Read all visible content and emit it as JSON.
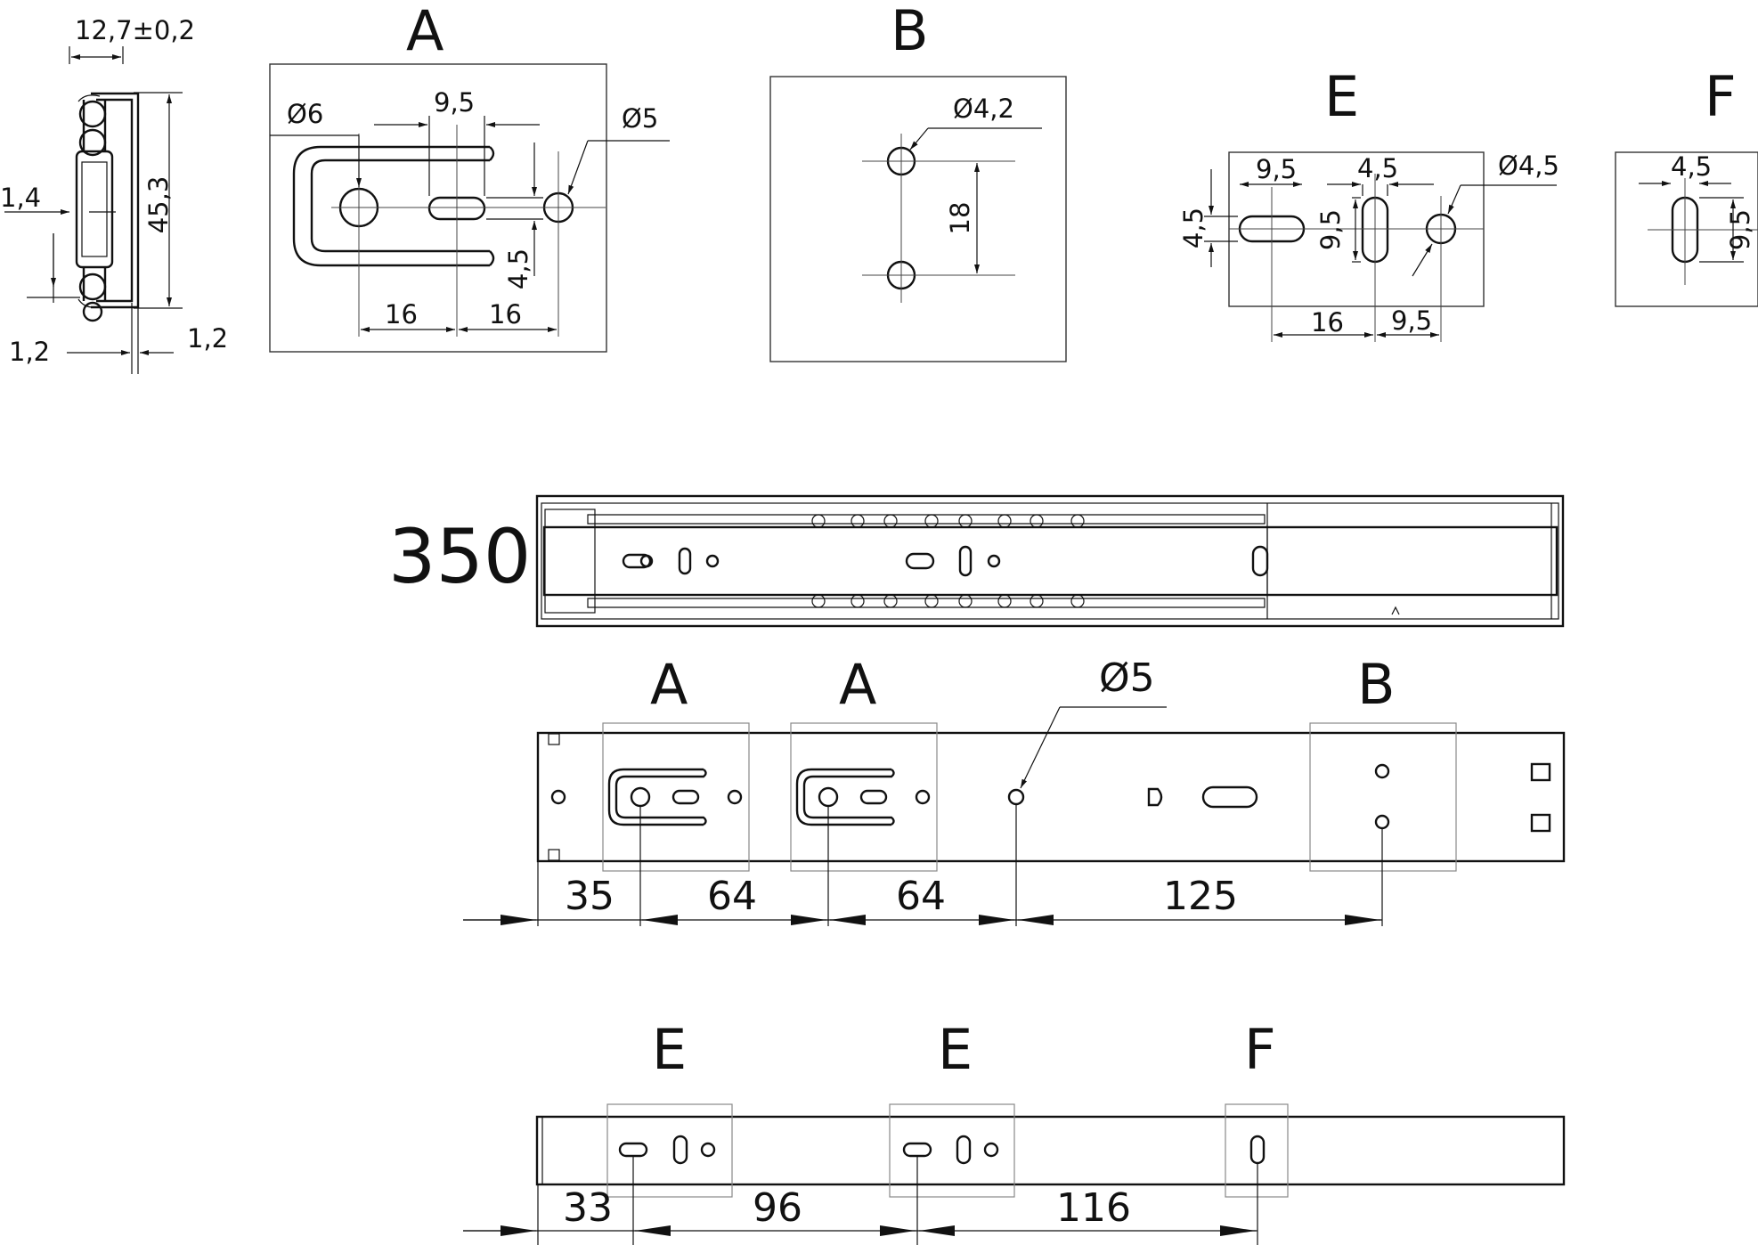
{
  "details": {
    "A": {
      "label": "A",
      "d_big": "Ø6",
      "d_small": "Ø5",
      "slot_w": "9,5",
      "slot_h": "4,5",
      "spacing_1": "16",
      "spacing_2": "16"
    },
    "B": {
      "label": "B",
      "d": "Ø4,2",
      "spacing": "18"
    },
    "E": {
      "label": "E",
      "h_slot_w": "9,5",
      "h_slot_h": "4,5",
      "v_slot_w": "4,5",
      "v_slot_h": "9,5",
      "d": "Ø4,5",
      "spacing_1": "16",
      "spacing_2": "9,5"
    },
    "F": {
      "label": "F",
      "slot_w": "4,5",
      "slot_h": "9,5"
    }
  },
  "profile": {
    "width": "12,7±0,2",
    "height": "45,3",
    "left_dim": "1,4",
    "bottom_left": "1,2",
    "bottom_right": "1,2"
  },
  "length": "350",
  "cabinet_rail": {
    "labels": [
      "A",
      "A",
      "B"
    ],
    "hole_d": "Ø5",
    "dims": [
      "35",
      "64",
      "64",
      "125"
    ]
  },
  "drawer_rail": {
    "labels": [
      "E",
      "E",
      "F"
    ],
    "dims": [
      "33",
      "96",
      "116"
    ]
  }
}
